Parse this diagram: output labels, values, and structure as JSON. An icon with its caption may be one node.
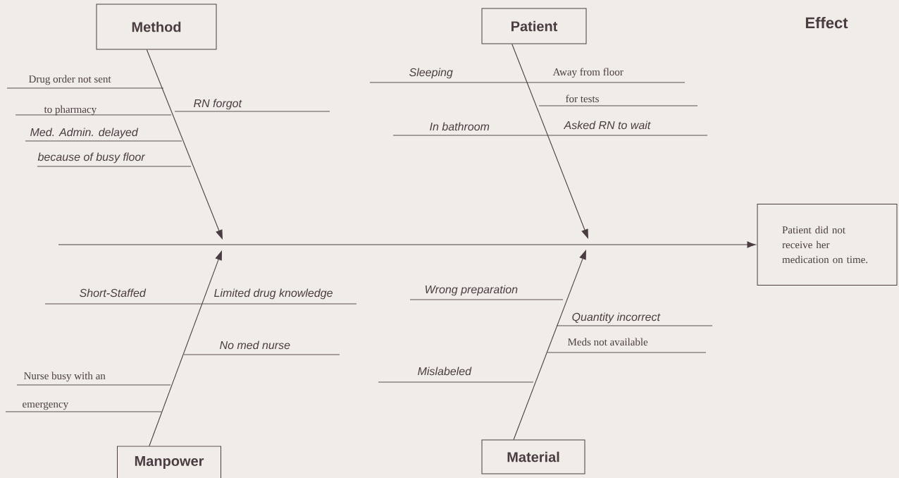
{
  "diagram": {
    "nodes": [
      {
        "text": [
          "Method"
        ]
      },
      {
        "text": [
          "Patient"
        ]
      },
      {
        "text": [
          "Manpower"
        ]
      },
      {
        "text": [
          "Material"
        ]
      },
      {
        "text": [
          "Patient did not receive her medication on time."
        ]
      }
    ],
    "edges": [
      {
        "from": 0,
        "to": null,
        "arrow": "to"
      },
      {
        "from": 1,
        "to": null,
        "arrow": "to"
      },
      {
        "from": 2,
        "to": null,
        "arrow": "to"
      },
      {
        "from": 3,
        "to": null,
        "arrow": "to"
      },
      {
        "from": null,
        "to": 4,
        "arrow": "to"
      }
    ],
    "labels": [
      "Effect",
      "Drug order not sent",
      "RN forgot",
      "to pharmacy",
      "Med. Admin. delayed",
      "because of busy floor",
      "Sleeping",
      "Away from floor",
      "for tests",
      "In bathroom",
      "Asked RN to wait",
      "Short-Staffed",
      "Limited drug knowledge",
      "No med nurse",
      "Nurse busy with an",
      "emergency",
      "Wrong preparation",
      "Quantity incorrect",
      "Meds not available",
      "Mislabeled"
    ]
  }
}
